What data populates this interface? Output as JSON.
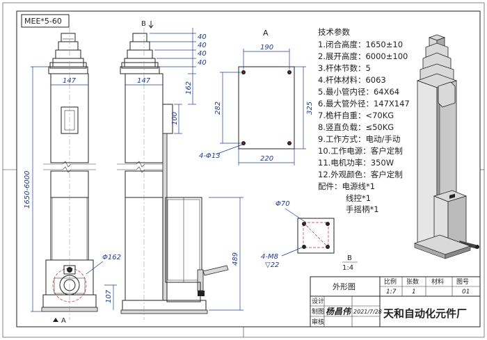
{
  "model_label": "MEE*5-60",
  "view_labels": {
    "b_top": "B",
    "a_bottom": "A",
    "a_section": "A",
    "b_section": "B",
    "b_scale": "1:4"
  },
  "dims": {
    "d40_1": "40",
    "d40_2": "40",
    "d40_3": "40",
    "d40_4": "40",
    "d147_left": "147",
    "d147_mid": "147",
    "d162": "162",
    "d100": "100",
    "d1650": "1650-6000",
    "d489": "489",
    "d107": "107",
    "phi162": "Φ162",
    "d190": "190",
    "d282": "282",
    "d325": "325",
    "d220": "220",
    "phi13": "4-Φ13",
    "phi70": "Φ70",
    "m8": "4-M8",
    "m8_depth": "▽22"
  },
  "specs_title": "技术参数",
  "specs": [
    "1.闭合高度：1650±10",
    "2.展开高度：6000±100",
    "3.杆体节数：5",
    "4.杆体材料：6063",
    "5.最小管内径：64X64",
    "6.最大管外径：147X147",
    "7.桅杆自重：<70KG",
    "8.竖直负载：≤50KG",
    "9.工作方式：电动/手动",
    "10.工作电源：客户定制",
    "11.电机功率：350W",
    "12.外观颜色：客户定制"
  ],
  "accessories_label": "配件：电源线*1",
  "accessories_2": "线控*1",
  "accessories_3": "手摇柄*1",
  "title_block": {
    "drawing_name": "外形图",
    "h_scale": "比例",
    "h_count": "张数",
    "h_material": "材料",
    "h_drawing_no": "图号",
    "v_scale": "1:7",
    "v_count": "1",
    "v_material": "",
    "v_drawing_no": "01",
    "r_design": "设计",
    "r_draw": "制图",
    "r_review": "审核",
    "signature": "杨昌伟",
    "date": "2021/7/28",
    "company": "天和自动化元件厂"
  }
}
